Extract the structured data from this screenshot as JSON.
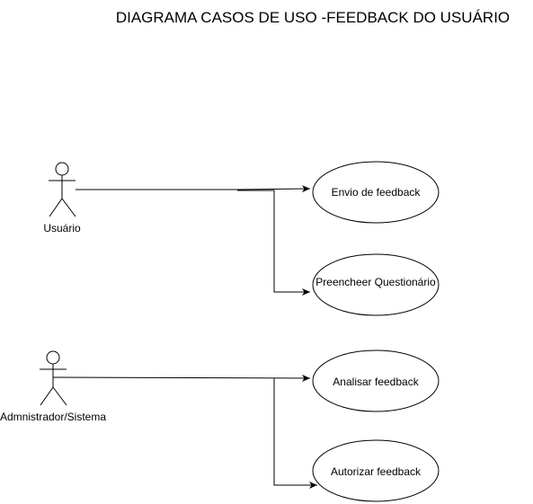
{
  "diagram": {
    "title": "DIAGRAMA CASOS DE USO -FEEDBACK DO USUÁRIO",
    "actors": [
      {
        "label": "Usuário"
      },
      {
        "label": "Admnistrador/Sistema"
      }
    ],
    "use_cases": [
      {
        "label": "Envio de feedback"
      },
      {
        "label": "Preencheer Questionário"
      },
      {
        "label": "Analisar feedback"
      },
      {
        "label": "Autorizar feedback"
      }
    ],
    "associations": [
      {
        "from": "Usuário",
        "to": "Envio de feedback"
      },
      {
        "from": "Usuário",
        "to": "Preencheer Questionário"
      },
      {
        "from": "Admnistrador/Sistema",
        "to": "Analisar feedback"
      },
      {
        "from": "Admnistrador/Sistema",
        "to": "Autorizar feedback"
      }
    ]
  }
}
